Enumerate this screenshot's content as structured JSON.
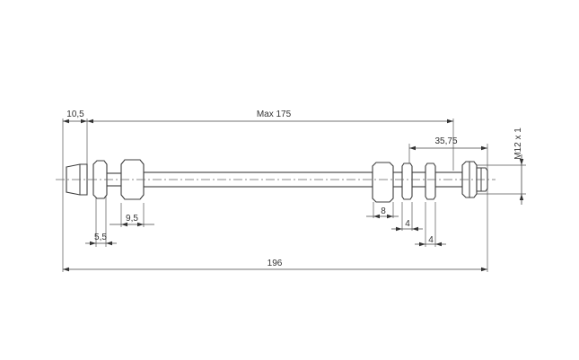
{
  "dimensions": {
    "offset_left": "10,5",
    "max_length": "Max 175",
    "offset_right": "35,75",
    "thread": "M12 x 1",
    "width_collar": "9,5",
    "gap_left": "5,5",
    "width_sleeve": "8",
    "width_ring_1": "4",
    "width_ring_2": "4",
    "overall_length": "196"
  },
  "colors": {
    "line": "#3c3c3c",
    "background": "#ffffff"
  }
}
